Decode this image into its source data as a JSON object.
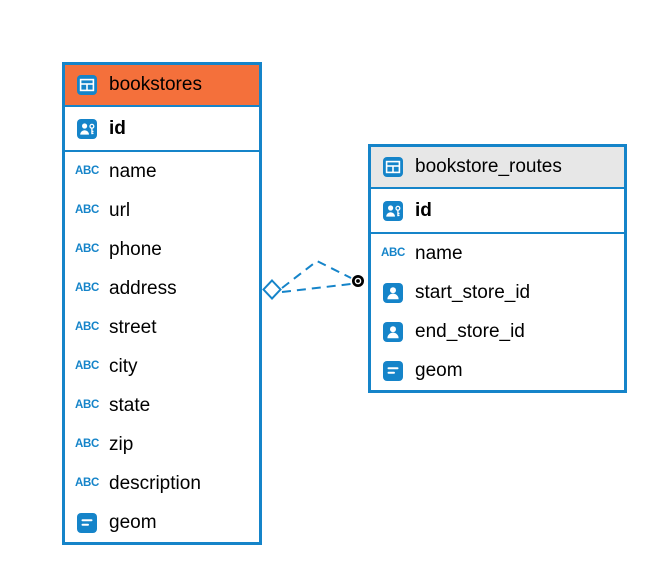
{
  "diagram": {
    "accent_color": "#1584c9",
    "tables": [
      {
        "name": "bookstores",
        "header_color": "#f4703b",
        "columns": [
          {
            "name": "id",
            "icon": "primary-key",
            "primary": true
          },
          {
            "name": "name",
            "icon": "text"
          },
          {
            "name": "url",
            "icon": "text"
          },
          {
            "name": "phone",
            "icon": "text"
          },
          {
            "name": "address",
            "icon": "text"
          },
          {
            "name": "street",
            "icon": "text"
          },
          {
            "name": "city",
            "icon": "text"
          },
          {
            "name": "state",
            "icon": "text"
          },
          {
            "name": "zip",
            "icon": "text"
          },
          {
            "name": "description",
            "icon": "text"
          },
          {
            "name": "geom",
            "icon": "geometry"
          }
        ]
      },
      {
        "name": "bookstore_routes",
        "header_color": "#e7e7e7",
        "columns": [
          {
            "name": "id",
            "icon": "primary-key",
            "primary": true
          },
          {
            "name": "name",
            "icon": "text"
          },
          {
            "name": "start_store_id",
            "icon": "foreign-key"
          },
          {
            "name": "end_store_id",
            "icon": "foreign-key"
          },
          {
            "name": "geom",
            "icon": "geometry"
          }
        ]
      }
    ],
    "relationship": {
      "from_table": "bookstores",
      "to_table": "bookstore_routes",
      "line_style": "dashed",
      "color": "#1584c9",
      "from_marker": "diamond",
      "to_marker": "dot"
    }
  }
}
